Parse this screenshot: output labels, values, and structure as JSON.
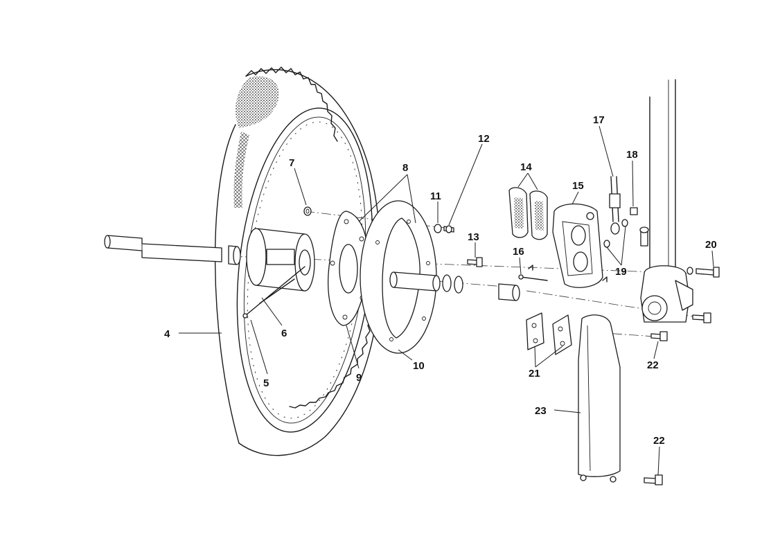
{
  "labels": [
    {
      "id": "4",
      "text": "4"
    },
    {
      "id": "5",
      "text": "5"
    },
    {
      "id": "6",
      "text": "6"
    },
    {
      "id": "7",
      "text": "7"
    },
    {
      "id": "8",
      "text": "8"
    },
    {
      "id": "9",
      "text": "9"
    },
    {
      "id": "10",
      "text": "10"
    },
    {
      "id": "11",
      "text": "11"
    },
    {
      "id": "12",
      "text": "12"
    },
    {
      "id": "13",
      "text": "13"
    },
    {
      "id": "14",
      "text": "14"
    },
    {
      "id": "15",
      "text": "15"
    },
    {
      "id": "16",
      "text": "16"
    },
    {
      "id": "17",
      "text": "17"
    },
    {
      "id": "18",
      "text": "18"
    },
    {
      "id": "19",
      "text": "19"
    },
    {
      "id": "20",
      "text": "20"
    },
    {
      "id": "21",
      "text": "21"
    },
    {
      "id": "22a",
      "text": "22"
    },
    {
      "id": "22b",
      "text": "22"
    },
    {
      "id": "23",
      "text": "23"
    }
  ]
}
